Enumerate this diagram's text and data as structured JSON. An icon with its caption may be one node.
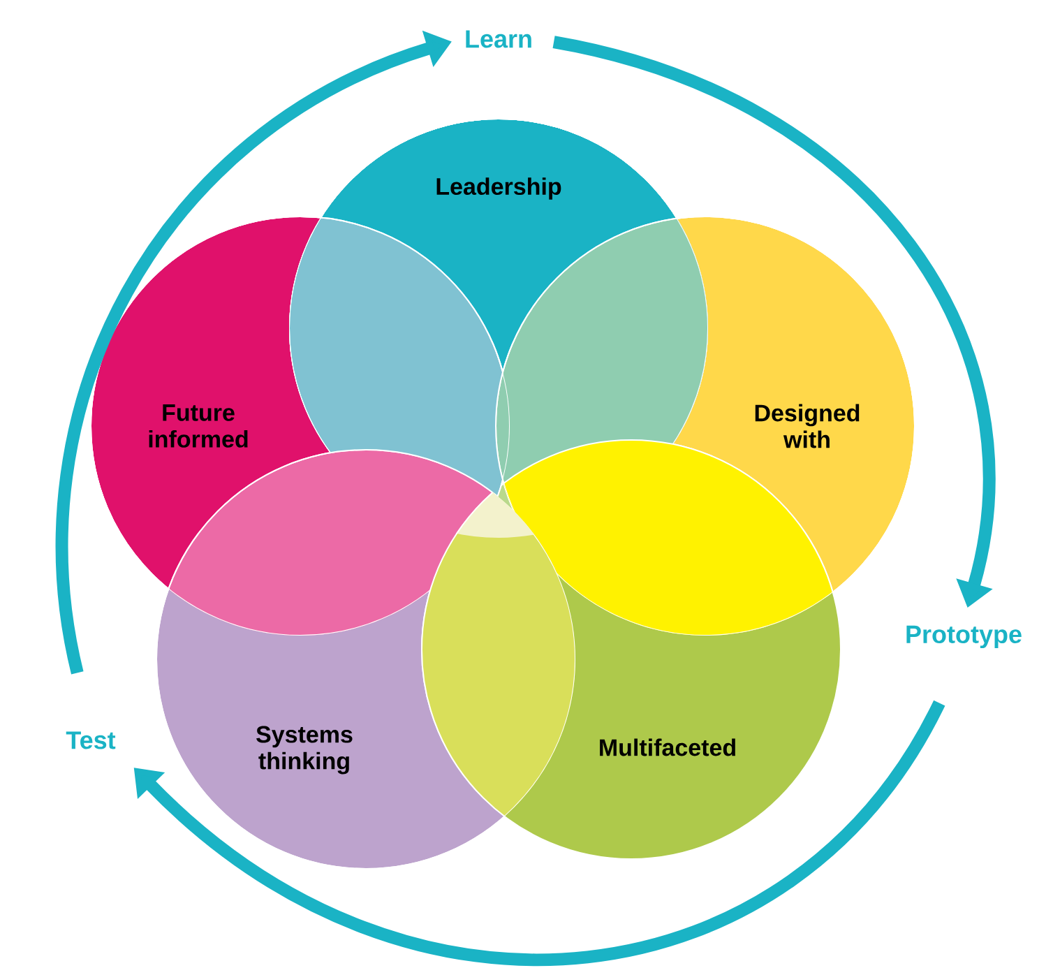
{
  "diagram": {
    "nodes": [
      {
        "text": [
          "Leadership"
        ]
      },
      {
        "text": [
          "Future informed"
        ]
      },
      {
        "text": [
          "Designed with"
        ]
      },
      {
        "text": [
          "Systems thinking"
        ]
      },
      {
        "text": [
          "Multifaceted"
        ]
      },
      {
        "text": [
          "Learn"
        ]
      },
      {
        "text": [
          "Prototype"
        ]
      },
      {
        "text": [
          "Test"
        ]
      }
    ],
    "edges": [
      {
        "from": 7,
        "to": 5,
        "arrow": "to"
      },
      {
        "from": 5,
        "to": 6,
        "arrow": "to"
      },
      {
        "from": 6,
        "to": 7,
        "arrow": "to"
      }
    ]
  }
}
